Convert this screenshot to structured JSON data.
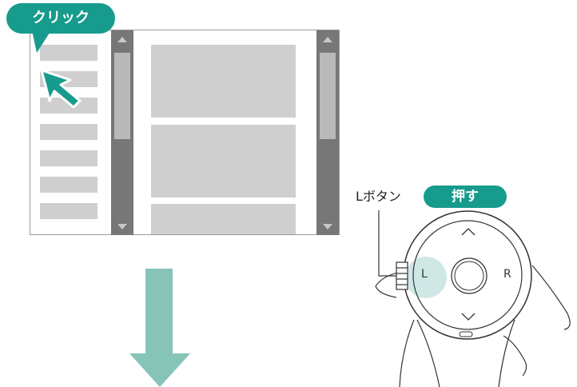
{
  "callout": {
    "label": "クリック"
  },
  "instruction": {
    "press_label": "押す",
    "button_name": "Lボタン"
  },
  "device": {
    "left_label": "L",
    "right_label": "R"
  },
  "colors": {
    "accent": "#179b8d",
    "highlight": "#cfe8e6",
    "arrow": "#86c4b8",
    "scrollbar": "#777777"
  },
  "icons": {
    "cursor": "cursor-arrow-icon",
    "down_arrow": "down-arrow-icon",
    "up_chevron": "chevron-up-icon",
    "down_chevron": "chevron-down-icon"
  }
}
